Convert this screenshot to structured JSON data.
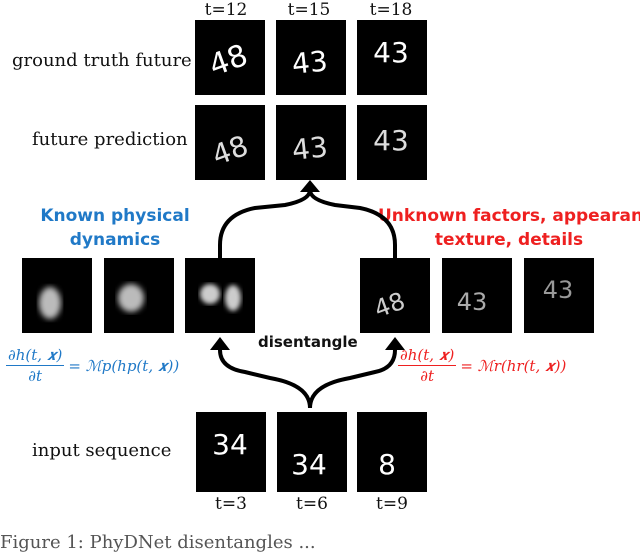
{
  "top_times": [
    "t=12",
    "t=15",
    "t=18"
  ],
  "bottom_times": [
    "t=3",
    "t=6",
    "t=9"
  ],
  "rows": {
    "ground_truth": "ground truth future",
    "prediction": "future prediction",
    "input": "input sequence"
  },
  "left_heading": {
    "line1": "Known physical",
    "line2": "dynamics",
    "color": "#2079c7"
  },
  "right_heading": {
    "line1": "Unknown factors, appearance,",
    "line2": "texture, details",
    "color": "#ee2020"
  },
  "center_label": "disentangle",
  "left_equation": {
    "numerator": "∂h(t, 𝒙)",
    "denominator": "∂t",
    "rhs": "= ℳp(hp(t, 𝒙))"
  },
  "right_equation": {
    "numerator": "∂h(t, 𝒙)",
    "denominator": "∂t",
    "rhs": "= ℳr(hr(t, 𝒙))"
  },
  "caption": "Figure 1: PhyDNet disentangles ..."
}
